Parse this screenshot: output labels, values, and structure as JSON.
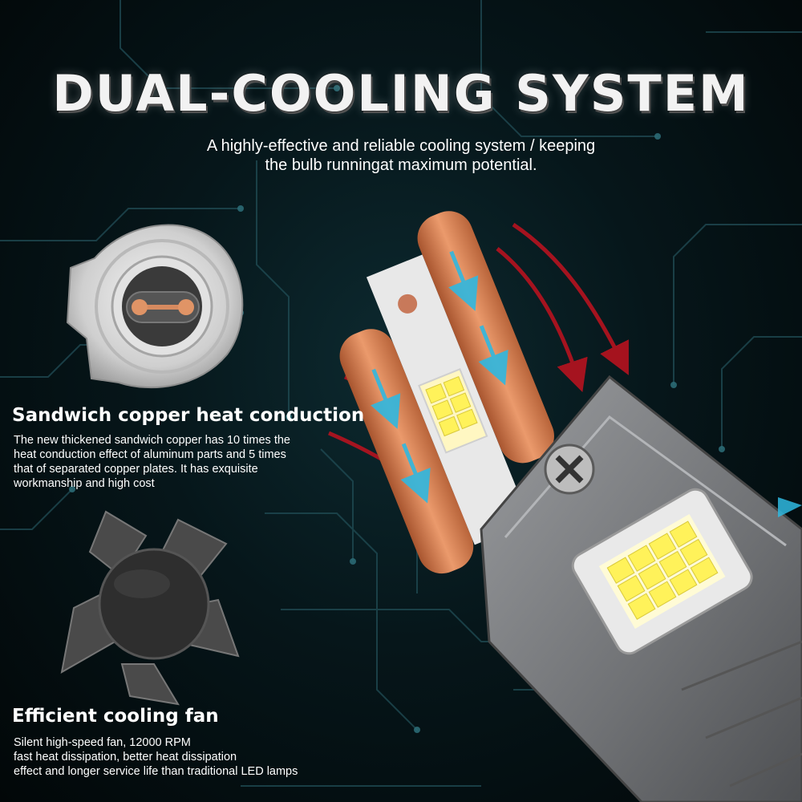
{
  "title": "DUAL-COOLING SYSTEM",
  "subtitle_lines": [
    "A highly-effective and reliable cooling system / keeping",
    "the bulb runningat maximum potential."
  ],
  "features": [
    {
      "heading": "Sandwich copper heat conduction",
      "body": "The new thickened sandwich copper has 10 times the\nheat conduction effect of aluminum parts and 5 times\nthat of separated copper plates. It has exquisite\nworkmanship and high cost"
    },
    {
      "heading": "Efficient cooling fan",
      "body": "Silent high-speed fan, 12000 RPM\nfast heat dissipation, better heat dissipation\neffect and longer service life than traditional LED lamps"
    }
  ],
  "colors": {
    "background": "#06161a",
    "circuit_lines": "#1f4a52",
    "copper": "#d9835a",
    "housing": "#7d7f82",
    "led_chip": "#fff25a",
    "heat_arrow": "#c1121f",
    "cool_arrow": "#2fb8e0"
  },
  "icons": {
    "socket": "bulb-socket-icon",
    "fan": "cooling-fan-icon",
    "screw": "screw-icon"
  }
}
